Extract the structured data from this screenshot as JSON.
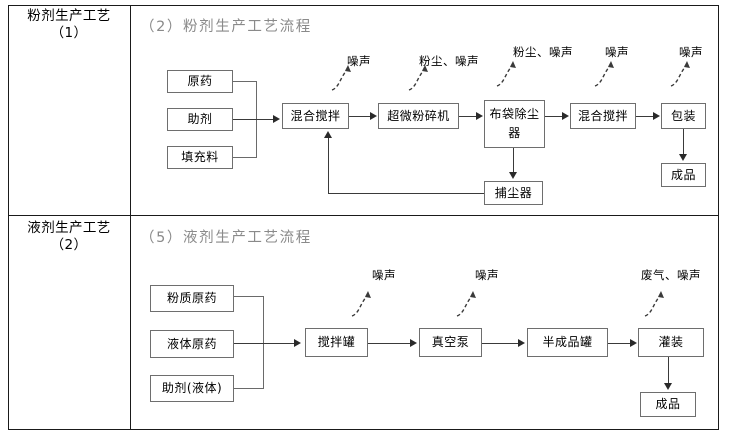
{
  "document": {
    "type": "process-flow-table",
    "rows": [
      {
        "category_line1": "粉剂生产工艺",
        "category_line2": "（1）",
        "title": "（2）粉剂生产工艺流程",
        "inputs": [
          "原药",
          "助剂",
          "填充料"
        ],
        "steps": [
          "混合搅拌",
          "超微粉碎机",
          "布袋除尘器",
          "混合搅拌",
          "包装"
        ],
        "aux": [
          "捕尘器",
          "成品"
        ],
        "pollutants": [
          "噪声",
          "粉尘、噪声",
          "粉尘、噪声",
          "噪声",
          "噪声"
        ]
      },
      {
        "category_line1": "液剂生产工艺",
        "category_line2": "（2）",
        "title": "（5）液剂生产工艺流程",
        "inputs": [
          "粉质原药",
          "液体原药",
          "助剂(液体)"
        ],
        "steps": [
          "搅拌罐",
          "真空泵",
          "半成品罐",
          "灌装"
        ],
        "aux": [
          "成品"
        ],
        "pollutants": [
          "噪声",
          "噪声",
          "废气、噪声"
        ]
      }
    ],
    "colors": {
      "frame": "#1a1a1a",
      "box_border": "#6e6e6e",
      "connector": "#3a3a3a",
      "title_text": "#8a8a8a",
      "body_text": "#000000",
      "background": "#ffffff"
    }
  }
}
